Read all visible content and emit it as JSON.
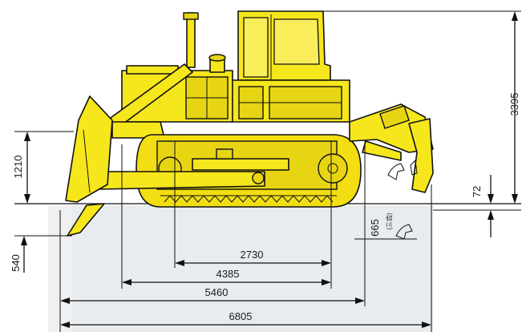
{
  "dimensions": {
    "overall_height": "3395",
    "blade_lift_height": "1210",
    "digging_depth": "540",
    "ground_clearance": "72",
    "ripper_depth": "665",
    "ripper_note": "(三齿)",
    "track_gauge": "2730",
    "track_length": "4385",
    "base_length": "5460",
    "overall_length": "6805"
  },
  "colors": {
    "machine_yellow": "#f6e61c",
    "ground_shade": "#e9ecef",
    "line": "#111111"
  },
  "icons": {
    "ripper_tooth": "ripper-tooth-icon"
  }
}
